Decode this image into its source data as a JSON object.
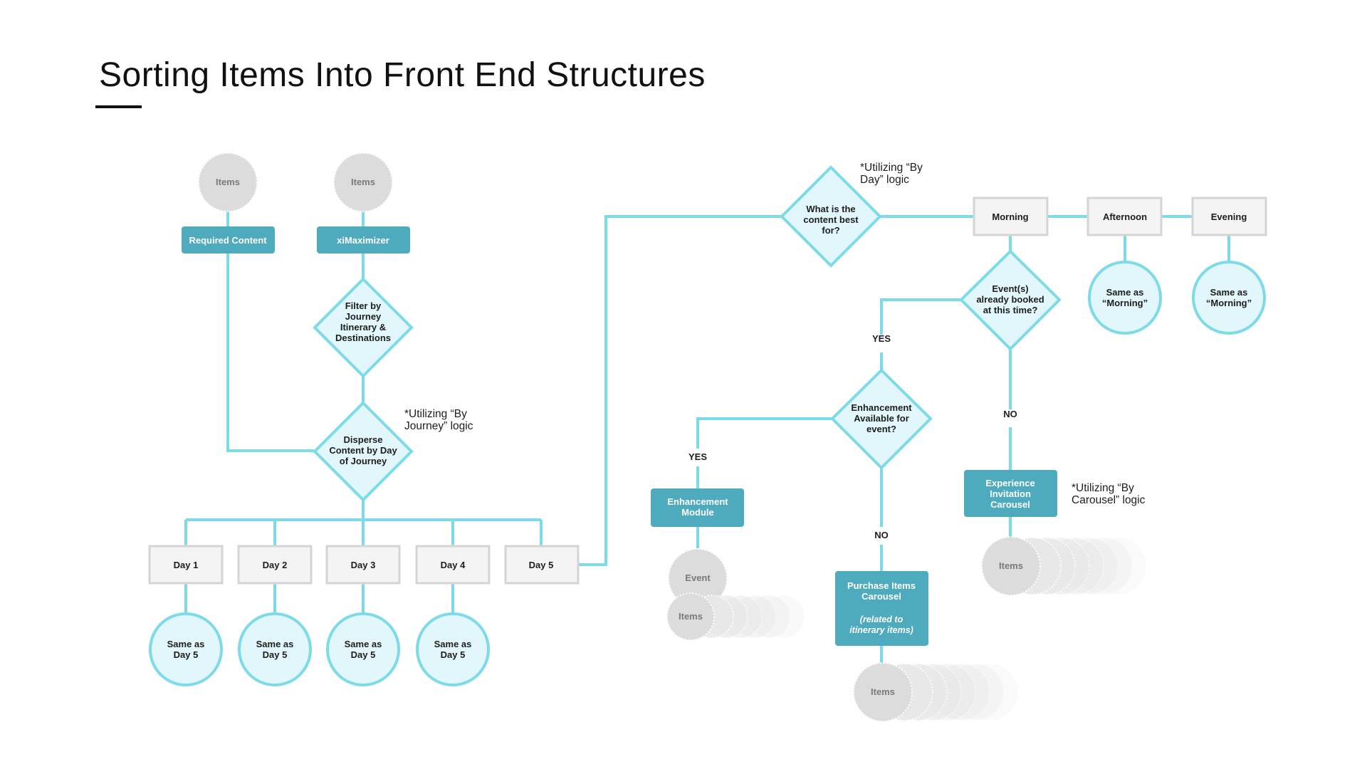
{
  "title": "Sorting Items Into Front End Structures",
  "colors": {
    "connector": "#7ddbe8",
    "decision_fill": "#e2f7fb",
    "module_fill": "#4eaabd",
    "day_box_fill": "#f4f4f4",
    "items_fill": "#dcdcdc"
  },
  "sources": {
    "items_left": "Items",
    "items_right": "Items",
    "required_content": "Required Content",
    "ximaximizer": "xiMaximizer"
  },
  "decisions": {
    "filter": [
      "Filter by",
      "Journey",
      "Itinerary &",
      "Destinations"
    ],
    "disperse": [
      "Disperse",
      "Content by Day",
      "of Journey"
    ],
    "content_best": [
      "What is the",
      "content best",
      "for?"
    ],
    "events_booked": [
      "Event(s)",
      "already booked",
      "at this time?"
    ],
    "enhancement": [
      "Enhancement",
      "Available for",
      "event?"
    ]
  },
  "notes": {
    "by_journey": [
      "*Utilizing “By",
      "Journey” logic"
    ],
    "by_day": [
      "*Utilizing “By",
      "Day” logic"
    ],
    "by_carousel": [
      "*Utilizing “By",
      "Carousel” logic"
    ]
  },
  "days": [
    "Day 1",
    "Day 2",
    "Day 3",
    "Day 4",
    "Day 5"
  ],
  "same_as_day5": [
    "Same as",
    "Day 5"
  ],
  "times": [
    "Morning",
    "Afternoon",
    "Evening"
  ],
  "same_as_morning": [
    "Same as",
    "“Morning”"
  ],
  "branch_labels": {
    "yes_1": "YES",
    "no_1": "NO",
    "yes_2": "YES",
    "no_2": "NO"
  },
  "modules": {
    "enhancement": [
      "Enhancement",
      "Module"
    ],
    "purchase": [
      "Purchase Items",
      "Carousel"
    ],
    "purchase_note": [
      "(related to",
      "itinerary items)"
    ],
    "experience": [
      "Experience",
      "Invitation",
      "Carousel"
    ]
  },
  "stacks": {
    "event": "Event",
    "items": "Items"
  }
}
